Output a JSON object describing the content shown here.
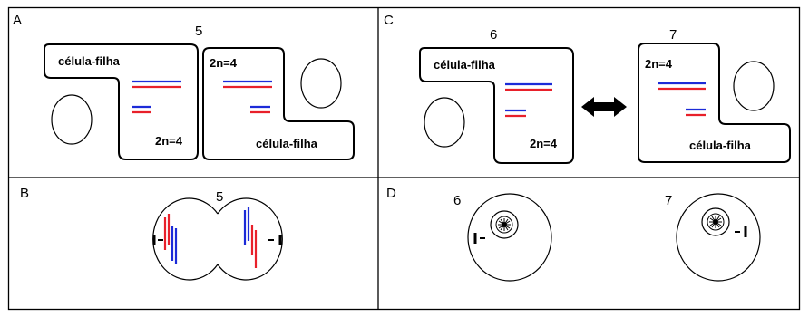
{
  "panels": {
    "A": {
      "letter": "A",
      "stage": "5",
      "left_cell": {
        "label": "célula-filha",
        "ploidy": "2n=4"
      },
      "right_cell": {
        "label": "célula-filha",
        "ploidy": "2n=4"
      }
    },
    "B": {
      "letter": "B",
      "stage": "5"
    },
    "C": {
      "letter": "C",
      "left_stage": "6",
      "right_stage": "7",
      "left_cell": {
        "label": "célula-filha",
        "ploidy": "2n=4"
      },
      "right_cell": {
        "label": "célula-filha",
        "ploidy": "2n=4"
      }
    },
    "D": {
      "letter": "D",
      "left_stage": "6",
      "right_stage": "7"
    }
  },
  "colors": {
    "chromosome_a": "#e8202a",
    "chromosome_b": "#1c2bd8",
    "line": "#000000"
  }
}
